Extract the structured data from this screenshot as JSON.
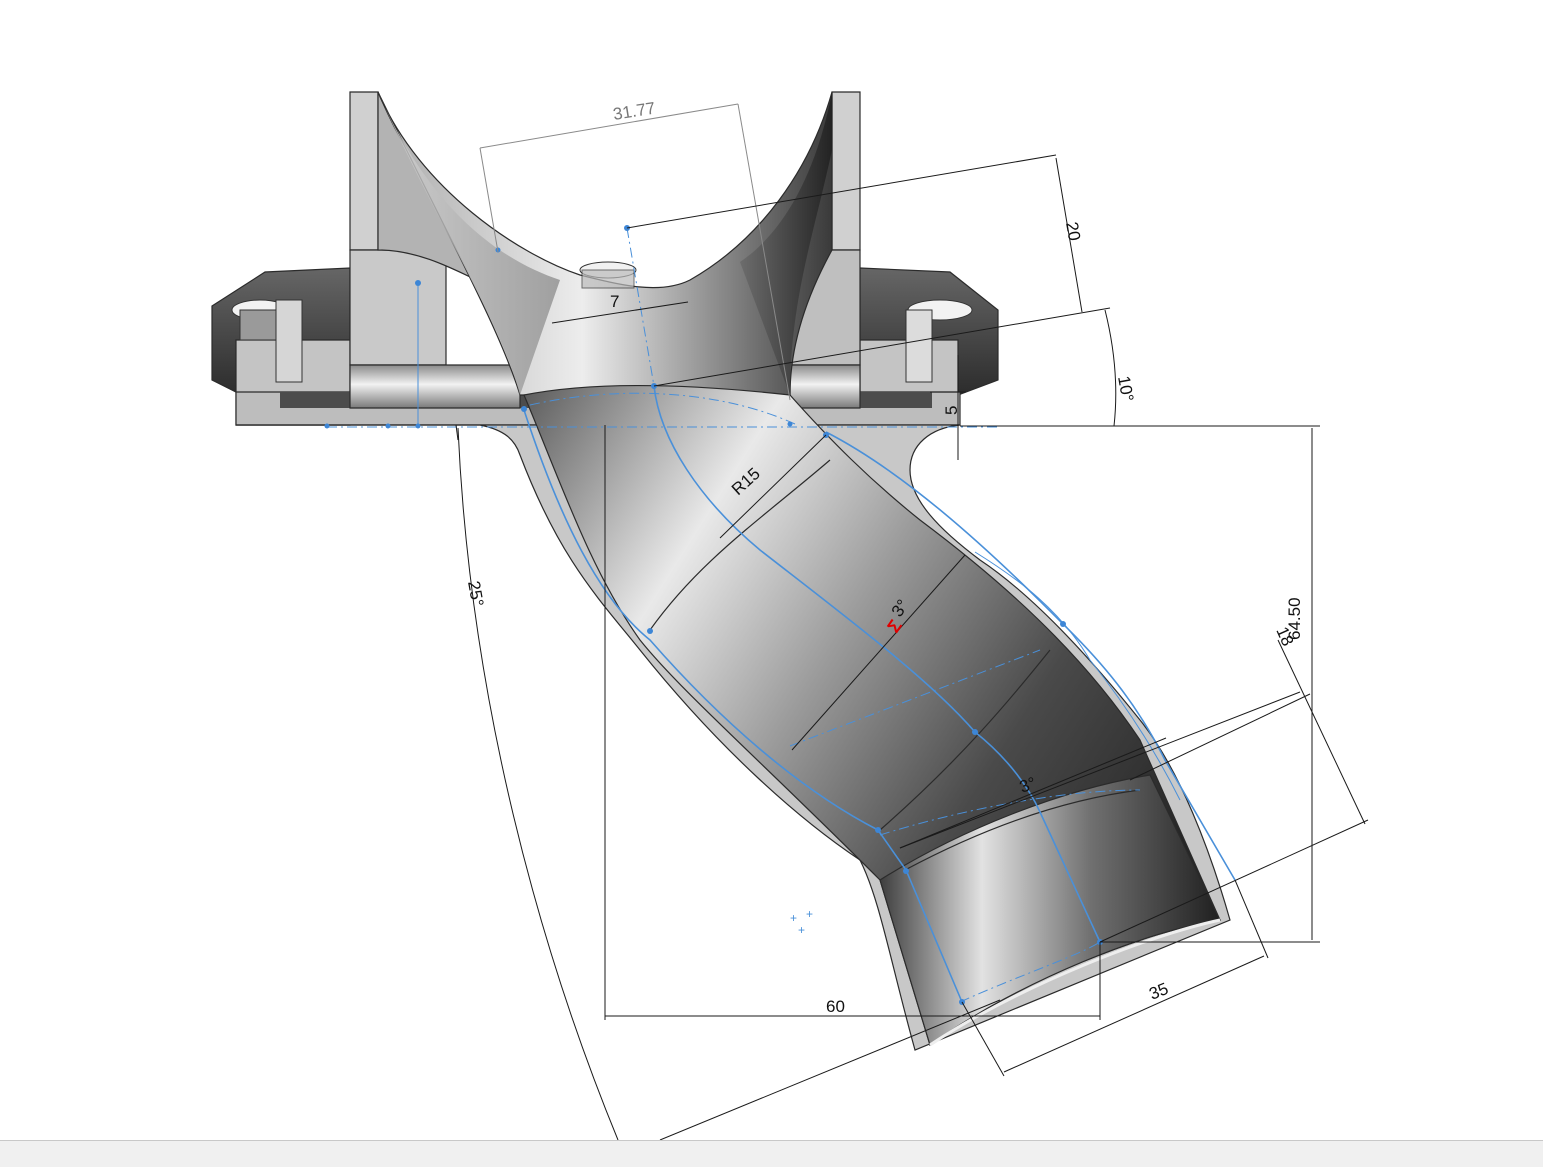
{
  "viewport": {
    "label": ""
  },
  "dimensions": {
    "d_31_77": "31.77",
    "d_20": "20",
    "d_7": "7",
    "d_10deg": "10°",
    "d_5": "5",
    "d_R15": "R15",
    "d_3deg_a": "3°",
    "d_3deg_b": "3°",
    "d_25deg": "25°",
    "d_64_50": "64.50",
    "d_18": "18",
    "d_60": "60",
    "d_35": "35"
  },
  "colors": {
    "sketch": "#4a90d9",
    "model_dark": "#3a3a3a",
    "model_light": "#e8e8e8",
    "relation_marker": "#e00000"
  },
  "icons": {
    "relation": "parallel-relation-icon"
  }
}
